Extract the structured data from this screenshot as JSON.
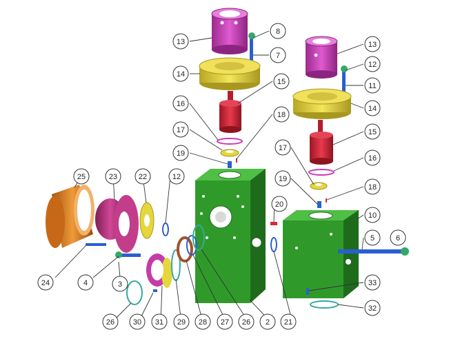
{
  "diagram": {
    "labels": [
      "13",
      "8",
      "7",
      "14",
      "15",
      "16",
      "17",
      "18",
      "19",
      "13",
      "12",
      "11",
      "14",
      "15",
      "16",
      "17",
      "18",
      "19",
      "10",
      "5",
      "6",
      "20",
      "21",
      "25",
      "23",
      "22",
      "12",
      "24",
      "4",
      "3",
      "26",
      "30",
      "31",
      "29",
      "28",
      "27",
      "26",
      "2",
      "33",
      "32"
    ],
    "colors": {
      "body": "#2f9a2a",
      "body_dark": "#1f6b1c",
      "purple": "#c93ab8",
      "yellow": "#e5d63c",
      "red": "#d8283a",
      "orange": "#d9781e",
      "magenta": "#b42c7a",
      "blue": "#2a5fd0",
      "teal": "#35a8a0"
    }
  }
}
